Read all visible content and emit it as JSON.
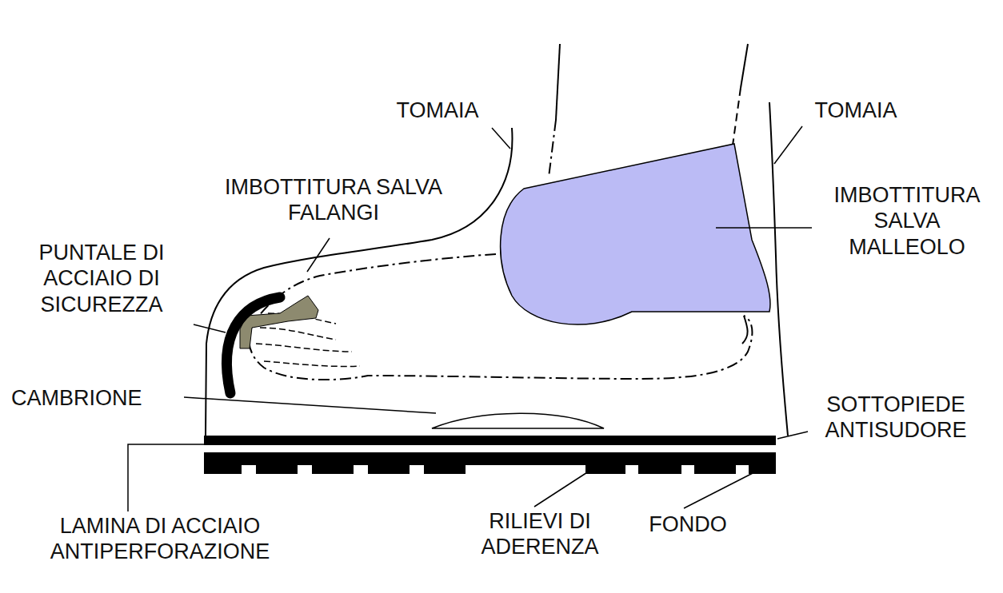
{
  "diagram": {
    "labels": [
      "TOMAIA",
      "TOMAIA",
      "IMBOTTITURA SALVA FALANGI",
      "IMBOTTITURA SALVA MALLEOLO",
      "PUNTALE DI ACCIAIO DI SICUREZZA",
      "CAMBRIONE",
      "SOTTOPIEDE ANTISUDORE",
      "LAMINA DI ACCIAIO ANTIPERFORAZIONE",
      "RILIEVI DI ADERENZA",
      "FONDO"
    ]
  }
}
